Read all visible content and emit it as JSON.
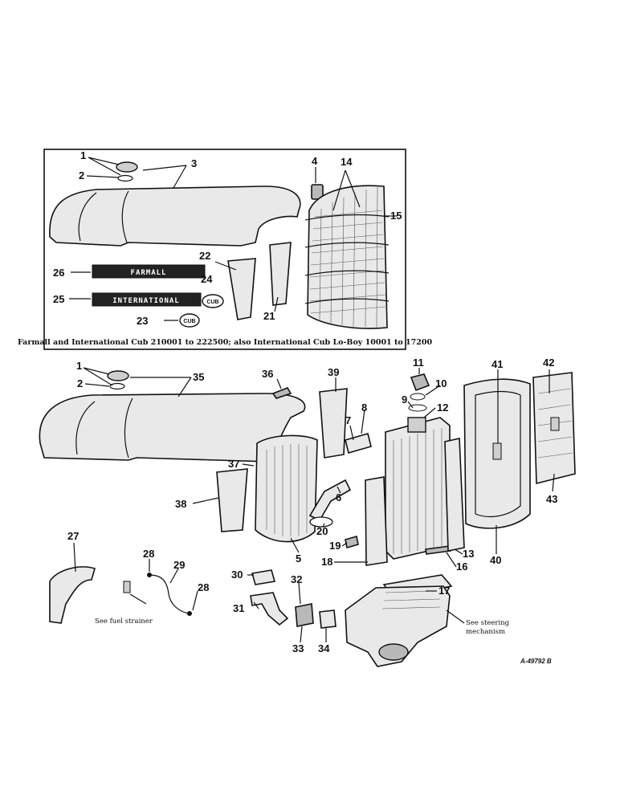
{
  "inset": {
    "caption": "Farmall and International Cub 210001 to 222500; also International Cub Lo-Boy 10001 to 17200",
    "callouts": [
      "1",
      "2",
      "3",
      "4",
      "14",
      "15",
      "22",
      "21",
      "26",
      "25",
      "24",
      "23"
    ],
    "plate_farmall": "FARMALL",
    "plate_international": "INTERNATIONAL",
    "badge_text": "CUB"
  },
  "main": {
    "callouts": [
      "1",
      "2",
      "35",
      "36",
      "39",
      "11",
      "10",
      "9",
      "12",
      "8",
      "7",
      "41",
      "42",
      "37",
      "6",
      "43",
      "38",
      "20",
      "5",
      "40",
      "19",
      "13",
      "18",
      "16",
      "17",
      "27",
      "28",
      "29",
      "28",
      "30",
      "32",
      "31",
      "33",
      "34"
    ],
    "notes": {
      "fuel": "See fuel strainer",
      "steering_1": "See steering",
      "steering_2": "mechanism"
    },
    "drawing_code": "A-49792 B"
  }
}
